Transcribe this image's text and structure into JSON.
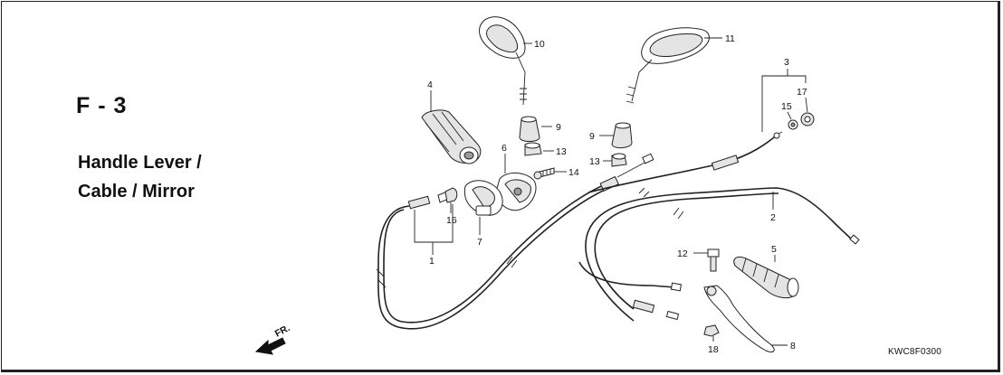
{
  "section": {
    "code": "F - 3",
    "title_lines": [
      "Handle Lever /",
      "Cable / Mirror"
    ]
  },
  "drawing_code": "KWC8F0300",
  "front_marker": "FR.",
  "callouts": {
    "c1": "1",
    "c2": "2",
    "c3": "3",
    "c4": "4",
    "c5": "5",
    "c6": "6",
    "c7": "7",
    "c8": "8",
    "c9a": "9",
    "c9b": "9",
    "c10": "10",
    "c11": "11",
    "c12": "12",
    "c13a": "13",
    "c13b": "13",
    "c14": "14",
    "c15": "15",
    "c16": "16",
    "c17": "17",
    "c18": "18"
  }
}
